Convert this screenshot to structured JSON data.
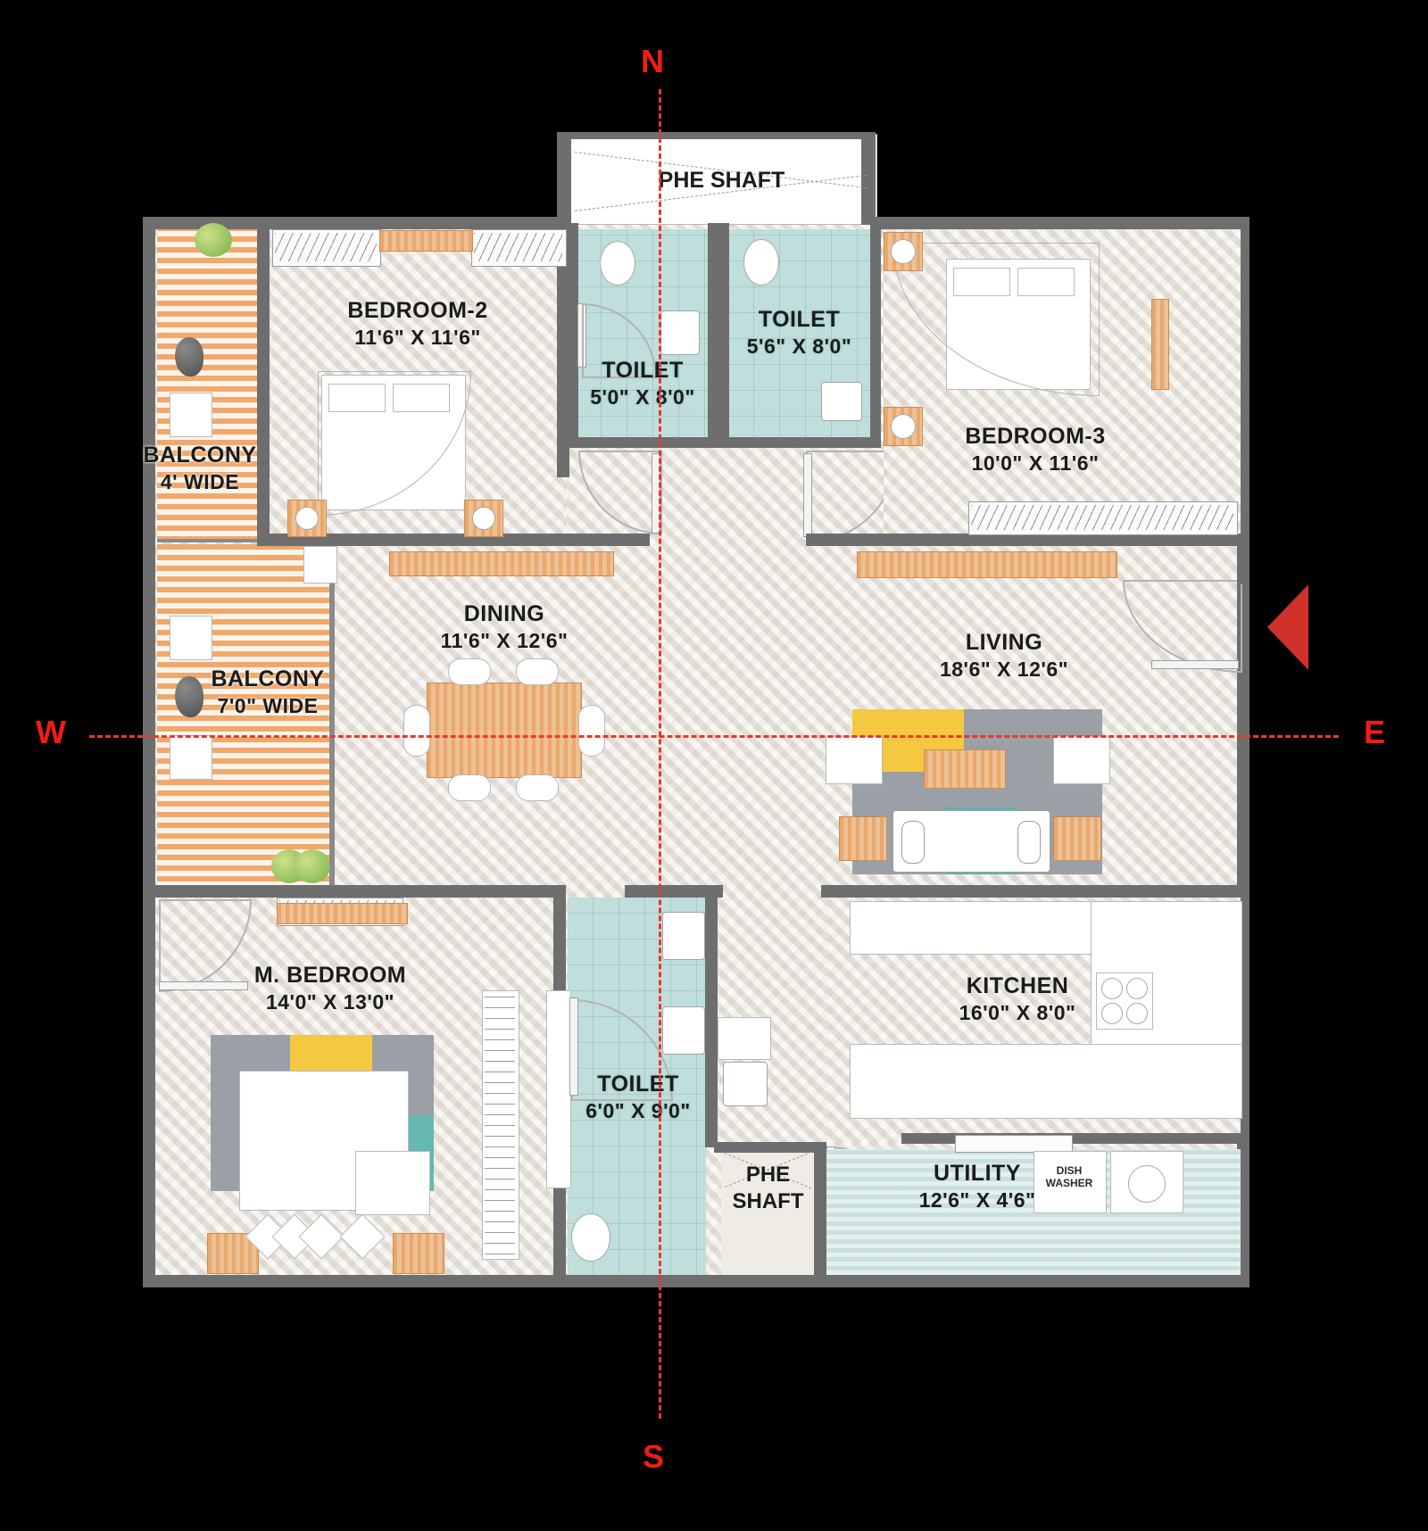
{
  "plan": {
    "title": "Residential Apartment Floor Plan",
    "compass": {
      "north": "N",
      "south": "S",
      "east": "E",
      "west": "W"
    },
    "colors": {
      "wall": "#6e6e6e",
      "floor": "#eeeae3",
      "wet_area": "#8cc2be",
      "deck": "#f2a86a",
      "axis_red": "#e8392c",
      "compass_red": "#f01c16",
      "wood": "#e8a86e",
      "accent_yellow": "#f5c842",
      "accent_grey": "#9aa0a6"
    },
    "rooms": [
      {
        "id": "phe-shaft-north",
        "name": "PHE SHAFT",
        "dim": ""
      },
      {
        "id": "bedroom-2",
        "name": "BEDROOM-2",
        "dim": "11'6\" X 11'6\""
      },
      {
        "id": "toilet-1",
        "name": "TOILET",
        "dim": "5'0\" X 8'0\""
      },
      {
        "id": "toilet-2",
        "name": "TOILET",
        "dim": "5'6\" X 8'0\""
      },
      {
        "id": "bedroom-3",
        "name": "BEDROOM-3",
        "dim": "10'0\" X 11'6\""
      },
      {
        "id": "balcony-1",
        "name": "BALCONY",
        "dim": "4' WIDE"
      },
      {
        "id": "balcony-2",
        "name": "BALCONY",
        "dim": "7'0\" WIDE"
      },
      {
        "id": "dining",
        "name": "DINING",
        "dim": "11'6\" X 12'6\""
      },
      {
        "id": "living",
        "name": "LIVING",
        "dim": "18'6\" X 12'6\""
      },
      {
        "id": "master-bedroom",
        "name": "M. BEDROOM",
        "dim": "14'0\" X 13'0\""
      },
      {
        "id": "toilet-3",
        "name": "TOILET",
        "dim": "6'0\" X 9'0\""
      },
      {
        "id": "phe-shaft-south",
        "name": "PHE\nSHAFT",
        "dim": ""
      },
      {
        "id": "kitchen",
        "name": "KITCHEN",
        "dim": "16'0\" X 8'0\""
      },
      {
        "id": "utility",
        "name": "UTILITY",
        "dim": "12'6\" X 4'6\""
      }
    ],
    "appliances": [
      {
        "id": "dish-washer",
        "label": "DISH\nWASHER"
      }
    ]
  }
}
